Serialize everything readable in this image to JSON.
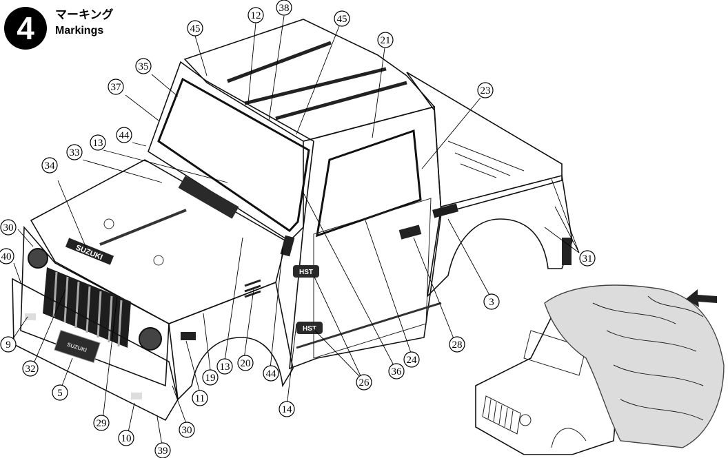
{
  "step": {
    "number": "4",
    "title_jp": "マーキング",
    "title_en": "Markings"
  },
  "decals": {
    "hood_logo": "SUZUKI",
    "fender_badge": "HST",
    "plate": "SUZUKI"
  },
  "callouts": [
    {
      "id": "c45a",
      "label": "45"
    },
    {
      "id": "c12",
      "label": "12"
    },
    {
      "id": "c38",
      "label": "38"
    },
    {
      "id": "c45b",
      "label": "45"
    },
    {
      "id": "c21",
      "label": "21"
    },
    {
      "id": "c35",
      "label": "35"
    },
    {
      "id": "c37",
      "label": "37"
    },
    {
      "id": "c23",
      "label": "23"
    },
    {
      "id": "c44a",
      "label": "44"
    },
    {
      "id": "c13a",
      "label": "13"
    },
    {
      "id": "c33",
      "label": "33"
    },
    {
      "id": "c34",
      "label": "34"
    },
    {
      "id": "c30a",
      "label": "30"
    },
    {
      "id": "c40",
      "label": "40"
    },
    {
      "id": "c31",
      "label": "31"
    },
    {
      "id": "c3",
      "label": "3"
    },
    {
      "id": "c28",
      "label": "28"
    },
    {
      "id": "c9",
      "label": "9"
    },
    {
      "id": "c24",
      "label": "24"
    },
    {
      "id": "c26",
      "label": "26"
    },
    {
      "id": "c36",
      "label": "36"
    },
    {
      "id": "c32",
      "label": "32"
    },
    {
      "id": "c20",
      "label": "20"
    },
    {
      "id": "c13b",
      "label": "13"
    },
    {
      "id": "c44b",
      "label": "44"
    },
    {
      "id": "c19",
      "label": "19"
    },
    {
      "id": "c5",
      "label": "5"
    },
    {
      "id": "c11",
      "label": "11"
    },
    {
      "id": "c14",
      "label": "14"
    },
    {
      "id": "c29",
      "label": "29"
    },
    {
      "id": "c10",
      "label": "10"
    },
    {
      "id": "c30b",
      "label": "30"
    },
    {
      "id": "c39",
      "label": "39"
    }
  ],
  "colors": {
    "body_gray": "#8d8d8d",
    "roof_gray": "#7b7b7b",
    "dark_trim": "#1e1e1e",
    "window": "#ffffff"
  }
}
